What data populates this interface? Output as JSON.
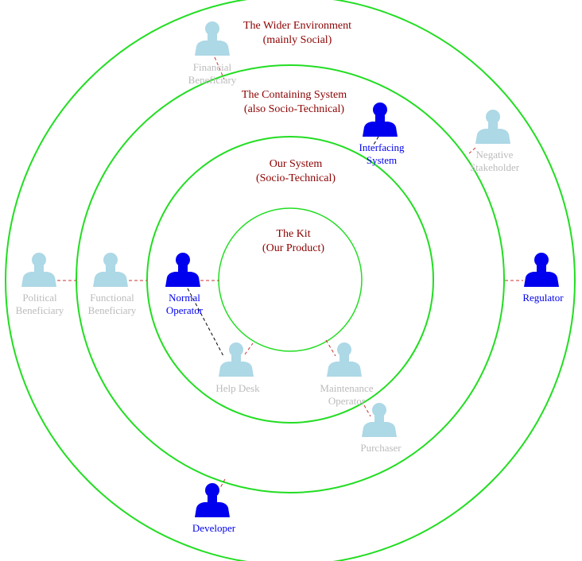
{
  "colors": {
    "ring": "#22dd22",
    "ring_label": "#8b0000",
    "key_stakeholder": "#0000ee",
    "other_stakeholder": "#add8e6",
    "other_label": "#bbbbbb",
    "link_red": "#cc3333",
    "link_black": "#000000"
  },
  "rings": {
    "wider": {
      "title": "The Wider Environment",
      "subtitle": "(mainly Social)"
    },
    "containing": {
      "title": "The Containing System",
      "subtitle": "(also Socio-Technical)"
    },
    "system": {
      "title": "Our System",
      "subtitle": "(Socio-Technical)"
    },
    "kit": {
      "title": "The Kit",
      "subtitle": "(Our Product)"
    }
  },
  "people": {
    "financial": {
      "line1": "Financial",
      "line2": "Beneficiary",
      "kind": "other"
    },
    "interfacing": {
      "line1": "Interfacing",
      "line2": "System",
      "kind": "key"
    },
    "negative": {
      "line1": "Negative",
      "line2": "Stakeholder",
      "kind": "other"
    },
    "political": {
      "line1": "Political",
      "line2": "Beneficiary",
      "kind": "other"
    },
    "functional": {
      "line1": "Functional",
      "line2": "Beneficiary",
      "kind": "other"
    },
    "normal": {
      "line1": "Normal",
      "line2": "Operator",
      "kind": "key"
    },
    "regulator": {
      "line1": "Regulator",
      "line2": "",
      "kind": "key"
    },
    "helpdesk": {
      "line1": "Help Desk",
      "line2": "",
      "kind": "other"
    },
    "maintenance": {
      "line1": "Maintenance",
      "line2": "Operator",
      "kind": "other"
    },
    "purchaser": {
      "line1": "Purchaser",
      "line2": "",
      "kind": "other"
    },
    "developer": {
      "line1": "Developer",
      "line2": "",
      "kind": "key"
    }
  }
}
